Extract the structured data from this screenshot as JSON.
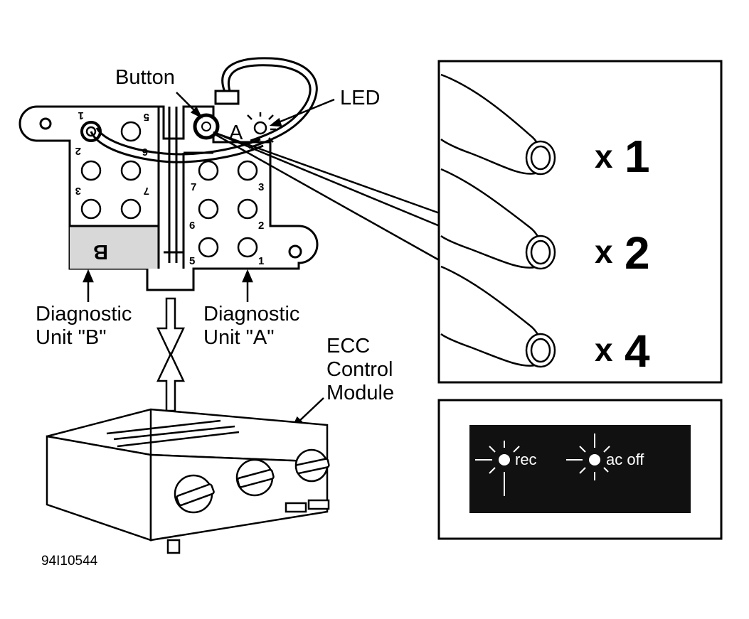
{
  "labels": {
    "button": "Button",
    "led": "LED",
    "unit_b_line1": "Diagnostic",
    "unit_b_line2": "Unit \"B\"",
    "unit_a_line1": "Diagnostic",
    "unit_a_line2": "Unit \"A\"",
    "ecc_line1": "ECC",
    "ecc_line2": "Control",
    "ecc_line3": "Module",
    "figure_code": "94I10544"
  },
  "unit_b_pins": [
    "1",
    "2",
    "3",
    "5",
    "6",
    "7"
  ],
  "unit_b_letter": "B",
  "unit_a_pins": [
    "1",
    "2",
    "3",
    "5",
    "6",
    "7"
  ],
  "unit_a_letter": "A",
  "press_steps": [
    {
      "x": "x",
      "count": "1"
    },
    {
      "x": "x",
      "count": "2"
    },
    {
      "x": "x",
      "count": "4"
    }
  ],
  "indicators": [
    {
      "label": "rec"
    },
    {
      "label": "ac off"
    }
  ],
  "colors": {
    "ink": "#000000",
    "paper": "#ffffff",
    "panel": "#111111"
  }
}
